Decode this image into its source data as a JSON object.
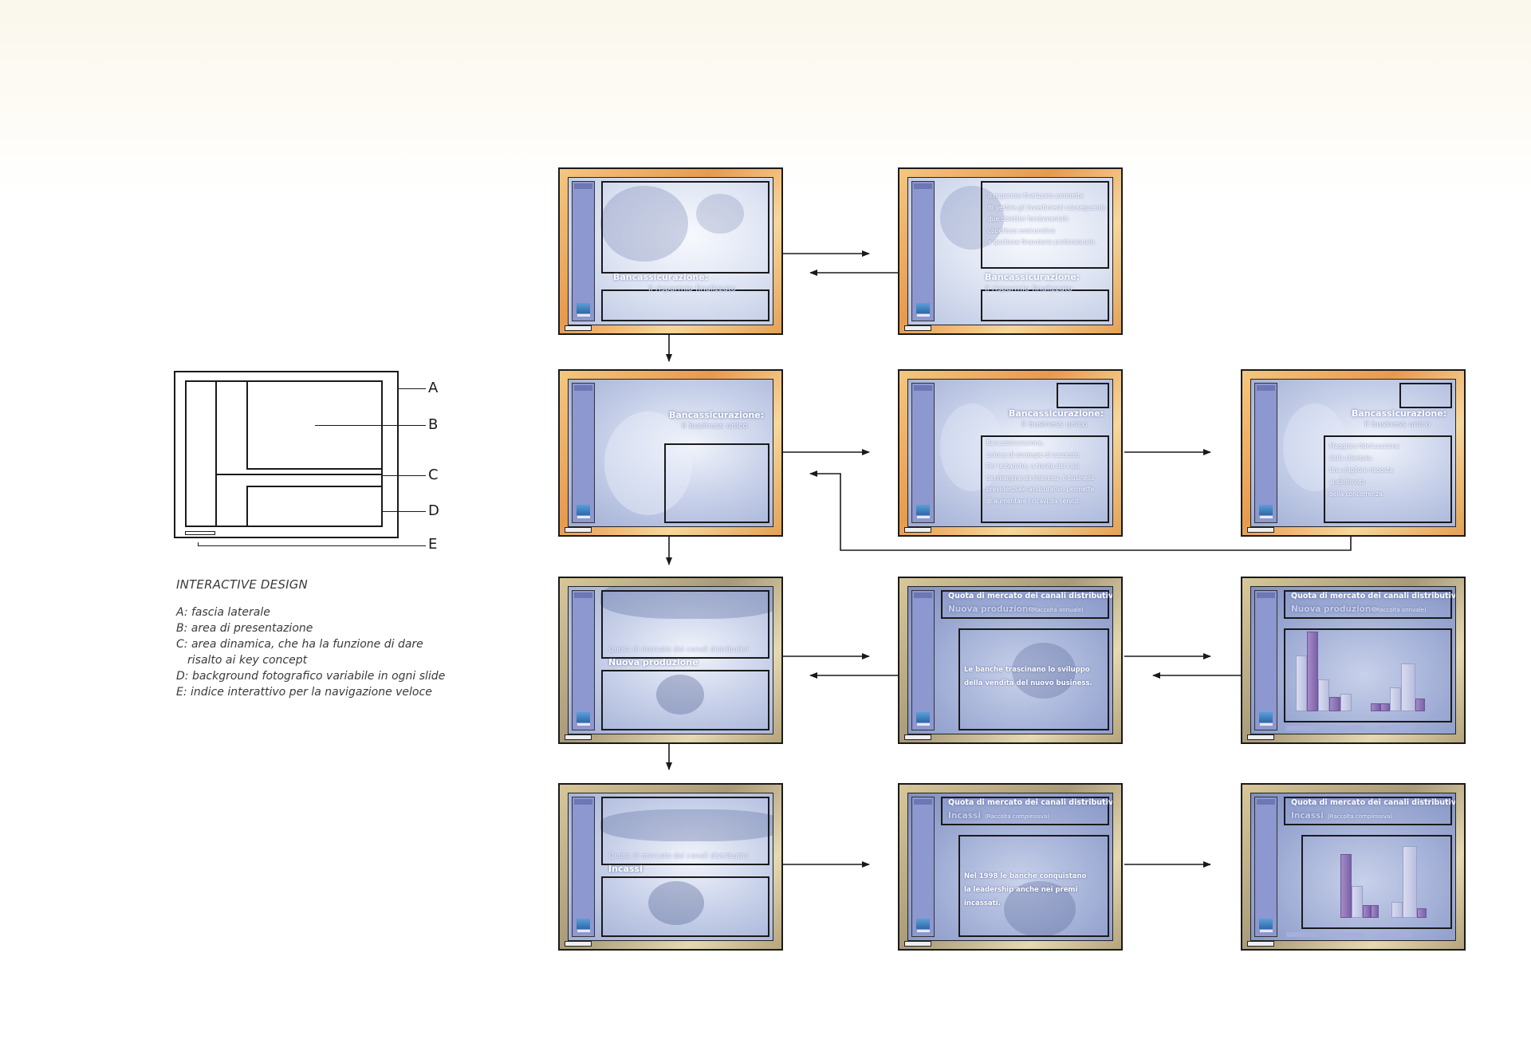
{
  "legend": {
    "letters": {
      "a": "A",
      "b": "B",
      "c": "C",
      "d": "D",
      "e": "E"
    },
    "title": "INTERACTIVE DESIGN",
    "items": [
      "A: fascia laterale",
      "B: area di presentazione",
      "C: area dinamica, che ha la funzione di dare",
      "risalto ai key concept",
      "D: background fotografico variabile in ogni slide",
      "E: indice interattivo per la navigazione veloce"
    ]
  },
  "slides": {
    "s11": {
      "title": "Bancassicurazione:",
      "subtitle": "il risparmio finalizzato"
    },
    "s12": {
      "title": "Bancassicurazione:",
      "subtitle": "il risparmio finalizzato",
      "body": "Il risparmio finalizzato permette\ndi gestire gli investimenti conseguendo\ndue obiettivi fondamentali:\ncopertura assicurativa\ne gestione finanziaria professionale."
    },
    "s21": {
      "title": "Bancassicurazione:",
      "subtitle": "il business unico"
    },
    "s22": {
      "title": "Bancassicurazione:",
      "subtitle": "il business unico",
      "body": "Bancassicurazione,\nunione di strategie di successo.\nPer le banche, a fronte del calo\ndel margine da interessi, il business\nprevidenziale-assicurativo permette\ndi aumentare i ricavi da servizi."
    },
    "s23": {
      "title": "Bancassicurazione:",
      "subtitle": "il business unico",
      "body": "Maggiore fidelizzazione\ndella clientela.\nUna migliore risposta\nal confronto\ndella concorrenza."
    },
    "s31": {
      "title": "Quota di mercato dei canali distributivi",
      "subtitle": "Nuova produzione"
    },
    "s32": {
      "title": "Quota di mercato dei canali distributivi",
      "subtitle": "Nuova produzione",
      "note": "(Raccolta annuale)",
      "body": "Le banche trascinano lo sviluppo\ndella vendita del nuovo business."
    },
    "s33": {
      "title": "Quota di mercato dei canali distributivi",
      "subtitle": "Nuova produzione",
      "note": "(Raccolta annuale)"
    },
    "s41": {
      "title": "Quota di mercato dei canali distributivi",
      "subtitle": "Incassi"
    },
    "s42": {
      "title": "Quota di mercato dei canali distributivi",
      "subtitle": "Incassi",
      "note": "(Raccolta complessiva)",
      "body": "Nel 1998 le banche conquistano\nla leadership anche nei premi incassati."
    },
    "s43": {
      "title": "Quota di mercato dei canali distributivi",
      "subtitle": "Incassi",
      "note": "(Raccolta complessiva)"
    }
  },
  "colors": {
    "frame_warm": "#e89a4c",
    "frame_dark": "#a89a78",
    "sidebar": "#8d97d0",
    "line": "#1a1a1a"
  }
}
